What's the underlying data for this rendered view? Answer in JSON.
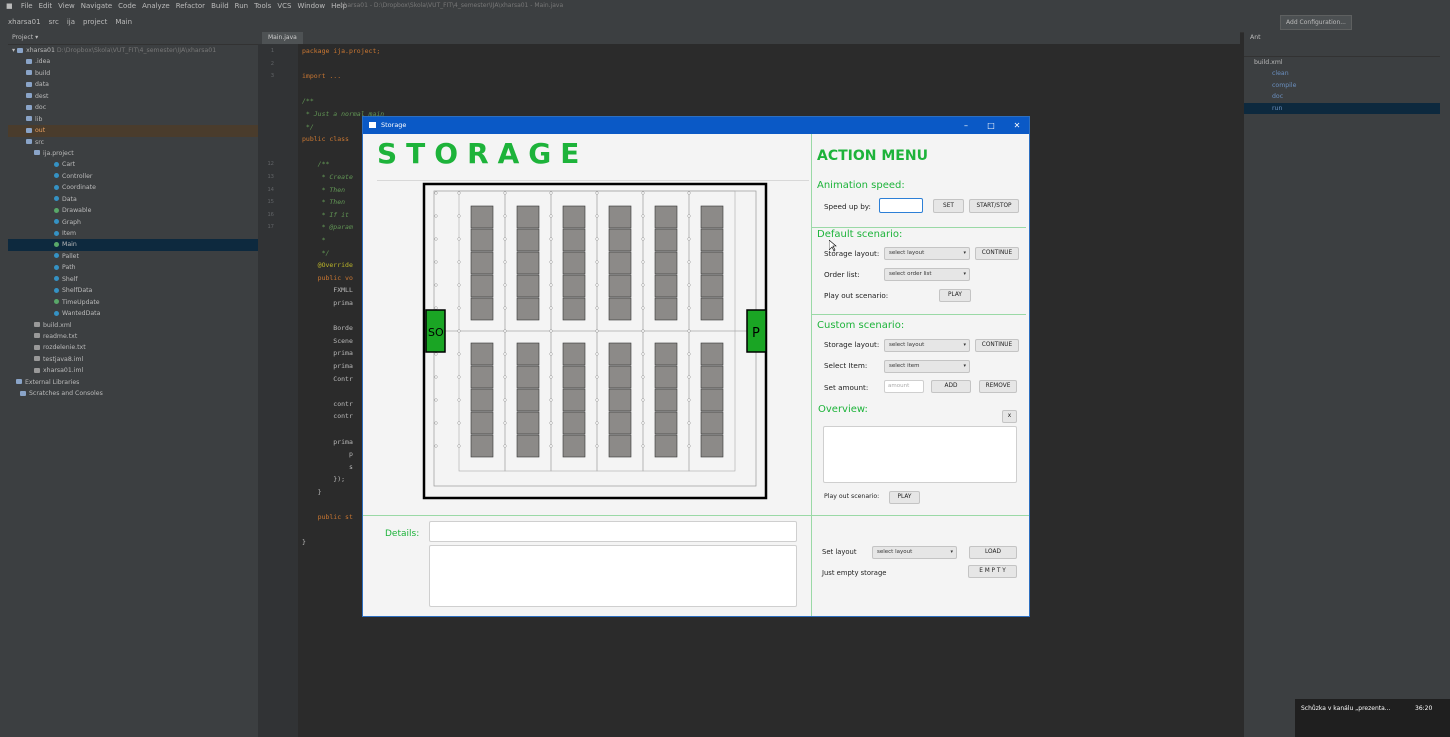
{
  "ide": {
    "menu": [
      "File",
      "Edit",
      "View",
      "Navigate",
      "Code",
      "Analyze",
      "Refactor",
      "Build",
      "Run",
      "Tools",
      "VCS",
      "Window",
      "Help"
    ],
    "window_title": "xharsa01 - D:\\Dropbox\\Skola\\VUT_FIT\\4_semester\\IJA\\xharsa01 - Main.java",
    "breadcrumb": [
      "xharsa01",
      "src",
      "ija",
      "project",
      "Main"
    ],
    "add_configuration": "Add Configuration...",
    "project_header": "Project",
    "project_root": "xharsa01",
    "project_root_path": "D:\\Dropbox\\Skola\\VUT_FIT\\4_semester\\IJA\\xharsa01",
    "tree": [
      ".idea",
      "build",
      "data",
      "dest",
      "doc",
      "lib",
      "out",
      "src",
      "ija.project",
      "Cart",
      "Controller",
      "Coordinate",
      "Data",
      "Drawable",
      "Graph",
      "Item",
      "Main",
      "Pallet",
      "Path",
      "Shelf",
      "ShelfData",
      "TimeUpdate",
      "WantedData",
      "build.xml",
      "readme.txt",
      "rozdelenie.txt",
      "testjava8.iml",
      "xharsa01.iml",
      "External Libraries",
      "Scratches and Consoles"
    ],
    "editor_tab": "Main.java",
    "code": [
      "package ija.project;",
      "",
      "import ...",
      "",
      "/**",
      " * Just a normal main",
      " */",
      "public class",
      "",
      "    /**",
      "     * Create",
      "     * Then",
      "     * Then",
      "     * If it",
      "     * @param",
      "     *",
      "     */",
      "    @Override",
      "    public vo",
      "        FXMLL",
      "        prima",
      "",
      "        Borde",
      "        Scene",
      "        prima",
      "        prima",
      "        Contr",
      "",
      "        contr",
      "        contr",
      "",
      "        prima",
      "            p",
      "            s",
      "        });",
      "    }",
      "",
      "    public st",
      "",
      "}"
    ],
    "line_numbers": [
      "1",
      "2",
      "3",
      "",
      "",
      "",
      "",
      "",
      "",
      "12",
      "13",
      "14",
      "15",
      "16",
      "17",
      "",
      "",
      "",
      "",
      "",
      "",
      "",
      "",
      "",
      "",
      "",
      "",
      "",
      "",
      "",
      "",
      "",
      "",
      "",
      "",
      "",
      "",
      "",
      "",
      ""
    ],
    "ant_header": "Ant",
    "ant_items": [
      "build.xml",
      "clean",
      "compile",
      "doc",
      "run"
    ],
    "toast_text": "Schůzka v kanálu „prezenta...",
    "toast_time": "36:20"
  },
  "storage": {
    "window_title": "Storage",
    "heading": "STORAGE",
    "so_label": "SO",
    "p_label": "P",
    "details_label": "Details:",
    "action_menu": "ACTION MENU",
    "animation_speed": "Animation speed:",
    "speed_up_by": "Speed up by:",
    "set": "SET",
    "start_stop": "START/STOP",
    "default_scenario": "Default scenario:",
    "storage_layout": "Storage layout:",
    "select_layout": "select layout",
    "continue": "CONTINUE",
    "order_list": "Order list:",
    "select_order_list": "select order list",
    "play_out_scenario": "Play out scenario:",
    "play": "PLAY",
    "custom_scenario": "Custom scenario:",
    "select_item_label": "Select Item:",
    "select_item": "select item",
    "set_amount": "Set amount:",
    "amount_placeholder": "amount",
    "add": "ADD",
    "remove": "REMOVE",
    "overview": "Overview:",
    "close_x": "x",
    "set_layout": "Set layout",
    "load": "LOAD",
    "just_empty_storage": "Just empty storage",
    "empty": "E M P T Y",
    "colors": {
      "accent": "#1db33a",
      "title_bar": "#0a59c6",
      "station": "#1aa524",
      "shelf": "#8c8a88"
    }
  }
}
